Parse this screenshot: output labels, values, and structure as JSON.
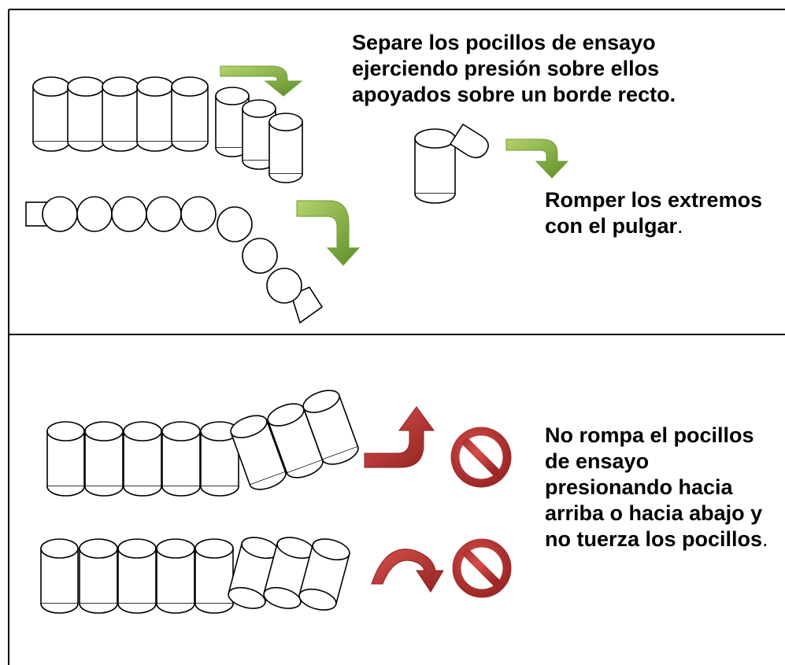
{
  "panels": {
    "top": {
      "instruction_separate": "Separe los pocillos de ensayo ejerciendo presión sobre ellos apoyados sobre un borde recto.",
      "instruction_break": "Romper los extremos con el pulgar",
      "instruction_break_end": "."
    },
    "bottom": {
      "warning": "No rompa el pocillos de ensayo presionando hacia arriba o hacia abajo y no tuerza los pocillos",
      "warning_end": "."
    }
  },
  "colors": {
    "green_arrow": "#6f9f33",
    "red_arrow": "#b3312f",
    "prohibition": "#b52f2c",
    "outline": "#000000"
  },
  "icons": [
    "green-curved-arrow-icon",
    "red-curved-arrow-icon",
    "red-arc-arrow-icon",
    "prohibition-icon"
  ]
}
